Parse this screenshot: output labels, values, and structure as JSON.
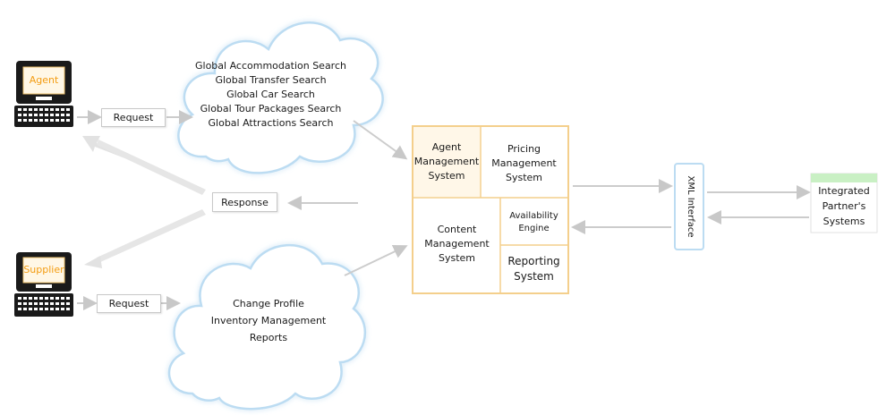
{
  "agent": {
    "label": "Agent",
    "request": "Request"
  },
  "supplier": {
    "label": "Supplier",
    "request": "Request"
  },
  "response": "Response",
  "top_cloud": {
    "lines": [
      "Global Accommodation Search",
      "Global Transfer Search",
      "Global Car Search",
      "Global Tour Packages Search",
      "Global Attractions Search"
    ]
  },
  "bottom_cloud": {
    "lines": [
      "Change Profile",
      "Inventory Management",
      "Reports"
    ]
  },
  "core": {
    "agent_mgmt": [
      "Agent",
      "Management",
      "System"
    ],
    "pricing_mgmt": [
      "Pricing",
      "Management",
      "System"
    ],
    "content_mgmt": [
      "Content",
      "Management",
      "System"
    ],
    "availability": [
      "Availability",
      "Engine"
    ],
    "reporting": [
      "Reporting",
      "System"
    ]
  },
  "xml_interface": "XML Interface",
  "partner": [
    "Integrated",
    "Partner's",
    "Systems"
  ],
  "colors": {
    "cloud_stroke": "#bcdcf2",
    "cloud_fill": "#ffffff",
    "core_border": "#f4cf8c",
    "core_fill": "#fff7e8",
    "monitor_label": "#f39c12",
    "partner_top": "#c9f0c4",
    "arrow": "#cccccc"
  }
}
